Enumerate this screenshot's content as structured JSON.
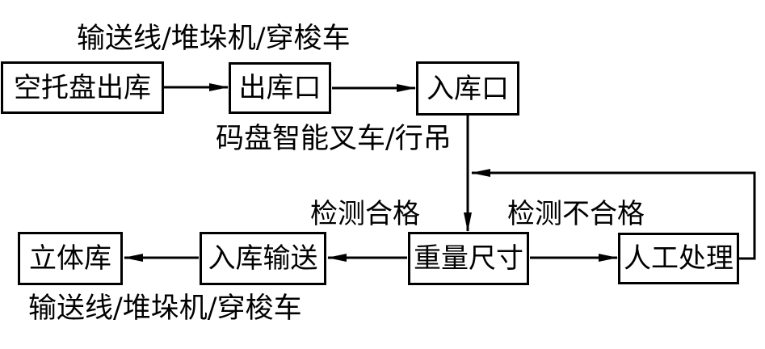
{
  "diagram": {
    "background_color": "#ffffff",
    "line_color": "#000000",
    "nodes": [
      {
        "id": "empty-pallet-outbound",
        "label": "空托盘出库"
      },
      {
        "id": "outbound-port",
        "label": "出库口"
      },
      {
        "id": "inbound-port",
        "label": "入库口"
      },
      {
        "id": "stereo-warehouse",
        "label": "立体库"
      },
      {
        "id": "inbound-conveying",
        "label": "入库输送"
      },
      {
        "id": "weight-size-check",
        "label": "重量尺寸"
      },
      {
        "id": "manual-handling",
        "label": "人工处理"
      }
    ],
    "labels": {
      "top_transport": "输送线/堆垛机/穿梭车",
      "palletizing_forklift": "码盘智能叉车/行吊",
      "inspection_pass": "检测合格",
      "inspection_fail": "检测不合格",
      "bottom_transport": "输送线/堆垛机/穿梭车"
    },
    "edges": [
      {
        "from": "empty-pallet-outbound",
        "to": "outbound-port"
      },
      {
        "from": "outbound-port",
        "to": "inbound-port"
      },
      {
        "from": "inbound-port",
        "to": "weight-size-check"
      },
      {
        "from": "weight-size-check",
        "to": "inbound-conveying"
      },
      {
        "from": "inbound-conveying",
        "to": "stereo-warehouse"
      },
      {
        "from": "weight-size-check",
        "to": "manual-handling"
      },
      {
        "from": "manual-handling",
        "to": "weight-size-check"
      }
    ]
  }
}
